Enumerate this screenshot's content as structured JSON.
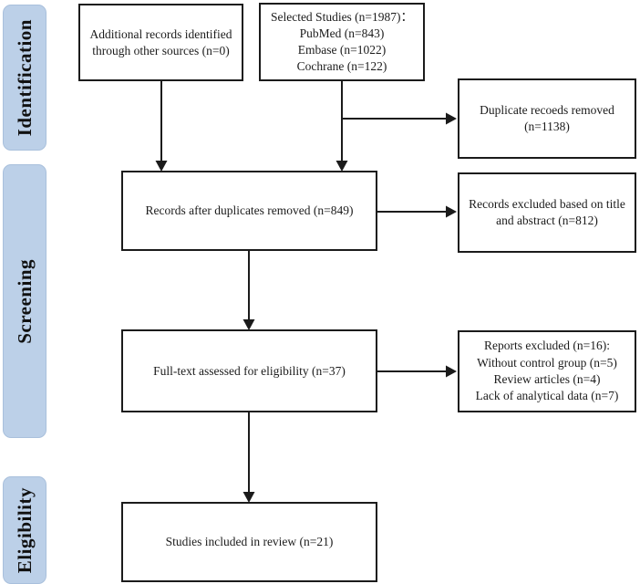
{
  "stages": [
    {
      "label": "Identification"
    },
    {
      "label": "Screening"
    },
    {
      "label": "Eligibility"
    }
  ],
  "boxes": {
    "additional_records": {
      "lines": [
        "Additional records identified",
        "through other sources (n=0)"
      ]
    },
    "selected_studies": {
      "lines": [
        "Selected Studies (n=1987)：",
        "PubMed (n=843)",
        "Embase (n=1022)",
        "Cochrane (n=122)"
      ]
    },
    "duplicates_removed": {
      "lines": [
        "Duplicate recoeds removed",
        "(n=1138)"
      ]
    },
    "records_after_duplicates": {
      "lines": [
        "Records after duplicates removed (n=849)"
      ]
    },
    "records_excluded_title_abstract": {
      "lines": [
        "Records excluded based on title",
        "and abstract (n=812)"
      ]
    },
    "fulltext_assessed": {
      "lines": [
        "Full-text assessed for eligibility (n=37)"
      ]
    },
    "reports_excluded": {
      "lines": [
        "Reports excluded (n=16):",
        "Without control group (n=5)",
        "Review articles (n=4)",
        "Lack of analytical data (n=7)"
      ]
    },
    "studies_included": {
      "lines": [
        "Studies included in review (n=21)"
      ]
    }
  },
  "colors": {
    "stage_fill": "#bcd0e8",
    "stage_border": "#a9c0dc",
    "box_border": "#1b1b1b",
    "text": "#1b1b1b",
    "background": "#ffffff"
  }
}
